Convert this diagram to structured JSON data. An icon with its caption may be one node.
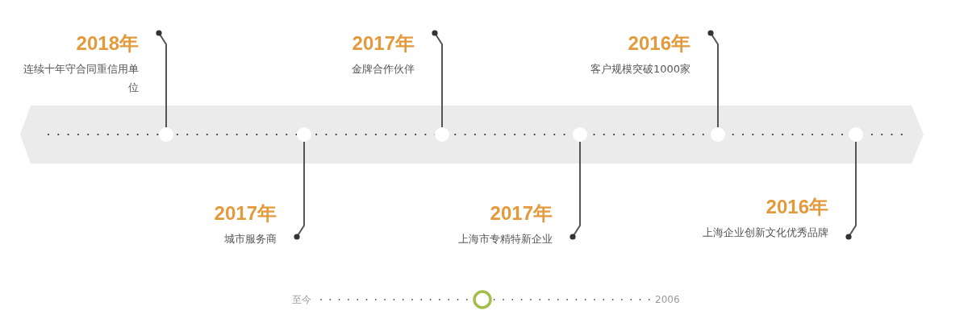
{
  "diagram": {
    "nodes": [
      {
        "text": [
          "2018年",
          "连续十年守合同重信用单位"
        ]
      },
      {
        "text": [
          "2017年",
          "金牌合作伙伴"
        ]
      },
      {
        "text": [
          "2016年",
          "客户规模突破1000家"
        ]
      },
      {
        "text": [
          "2017年",
          "城市服务商"
        ]
      },
      {
        "text": [
          "2017年",
          "上海市专精特新企业"
        ]
      },
      {
        "text": [
          "2016年",
          "上海企业创新文化优秀品牌"
        ]
      },
      {
        "text": [],
        "shape": "circle"
      },
      {
        "text": [],
        "shape": "circle"
      },
      {
        "text": [],
        "shape": "circle"
      },
      {
        "text": [],
        "shape": "circle"
      },
      {
        "text": [],
        "shape": "circle"
      },
      {
        "text": [],
        "shape": "circle"
      }
    ],
    "edges": [
      {
        "from": 0,
        "to": 6,
        "arrow": "other"
      },
      {
        "from": 3,
        "to": 7,
        "arrow": "other"
      },
      {
        "from": 1,
        "to": 8,
        "arrow": "other"
      },
      {
        "from": 4,
        "to": 9,
        "arrow": "other"
      },
      {
        "from": 2,
        "to": 10,
        "arrow": "other"
      },
      {
        "from": 5,
        "to": 11,
        "arrow": "other"
      }
    ],
    "labels": [
      "至今",
      "2006"
    ]
  }
}
